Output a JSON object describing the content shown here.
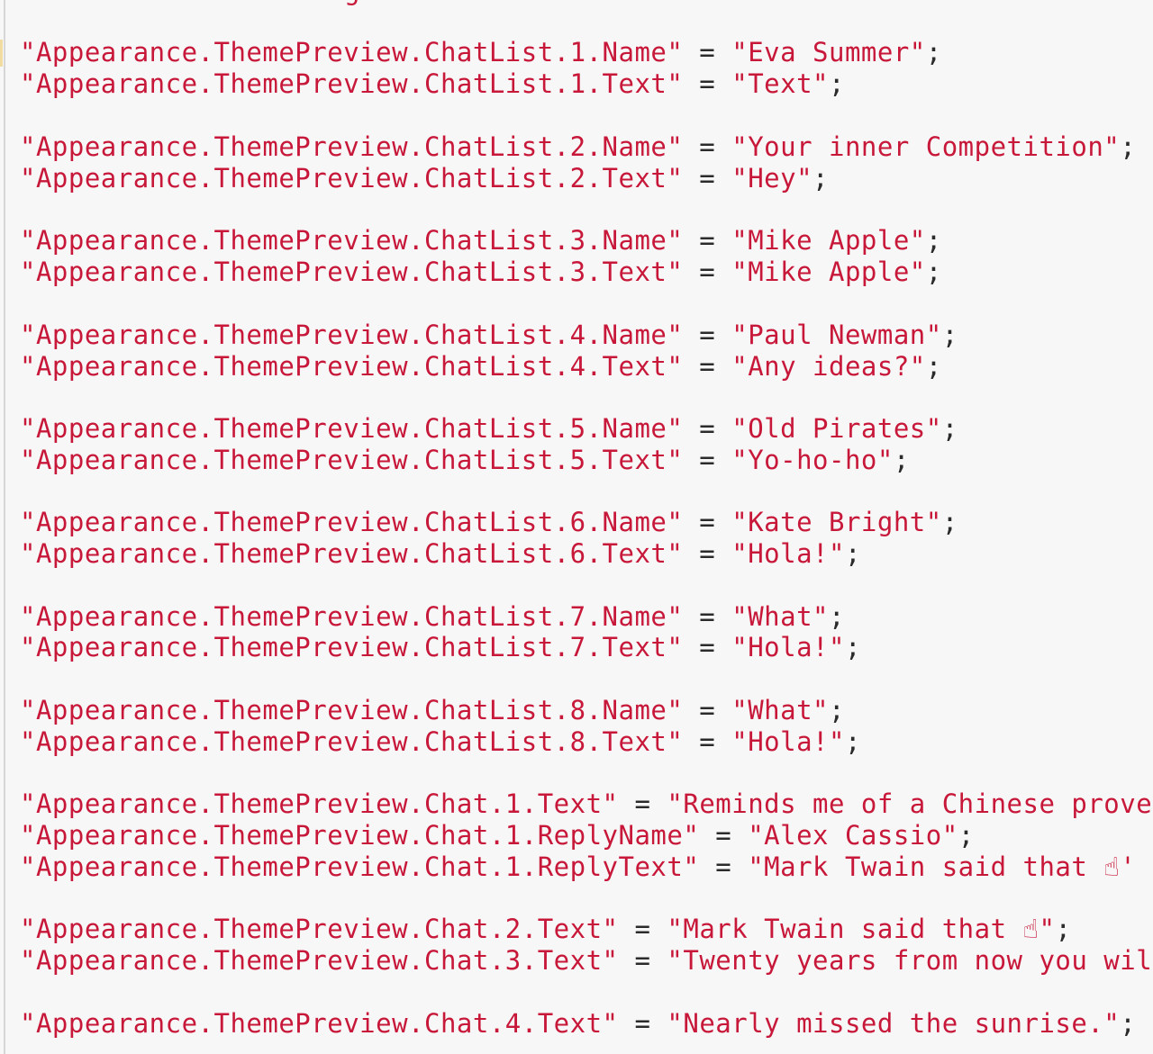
{
  "top_fragment": "g",
  "lines": [
    {
      "key": "\"Appearance.ThemePreview.ChatList.1.Name\"",
      "eq": " = ",
      "value": "\"Eva Summer\"",
      "end": ";"
    },
    {
      "key": "\"Appearance.ThemePreview.ChatList.1.Text\"",
      "eq": " = ",
      "value": "\"Text\"",
      "end": ";"
    },
    {
      "key": "\"Appearance.ThemePreview.ChatList.2.Name\"",
      "eq": " = ",
      "value": "\"Your inner Competition\"",
      "end": ";"
    },
    {
      "key": "\"Appearance.ThemePreview.ChatList.2.Text\"",
      "eq": " = ",
      "value": "\"Hey\"",
      "end": ";"
    },
    {
      "key": "\"Appearance.ThemePreview.ChatList.3.Name\"",
      "eq": " = ",
      "value": "\"Mike Apple\"",
      "end": ";"
    },
    {
      "key": "\"Appearance.ThemePreview.ChatList.3.Text\"",
      "eq": " = ",
      "value": "\"Mike Apple\"",
      "end": ";"
    },
    {
      "key": "\"Appearance.ThemePreview.ChatList.4.Name\"",
      "eq": " = ",
      "value": "\"Paul Newman\"",
      "end": ";"
    },
    {
      "key": "\"Appearance.ThemePreview.ChatList.4.Text\"",
      "eq": " = ",
      "value": "\"Any ideas?\"",
      "end": ";"
    },
    {
      "key": "\"Appearance.ThemePreview.ChatList.5.Name\"",
      "eq": " = ",
      "value": "\"Old Pirates\"",
      "end": ";"
    },
    {
      "key": "\"Appearance.ThemePreview.ChatList.5.Text\"",
      "eq": " = ",
      "value": "\"Yo-ho-ho\"",
      "end": ";"
    },
    {
      "key": "\"Appearance.ThemePreview.ChatList.6.Name\"",
      "eq": " = ",
      "value": "\"Kate Bright\"",
      "end": ";"
    },
    {
      "key": "\"Appearance.ThemePreview.ChatList.6.Text\"",
      "eq": " = ",
      "value": "\"Hola!\"",
      "end": ";"
    },
    {
      "key": "\"Appearance.ThemePreview.ChatList.7.Name\"",
      "eq": " = ",
      "value": "\"What\"",
      "end": ";"
    },
    {
      "key": "\"Appearance.ThemePreview.ChatList.7.Text\"",
      "eq": " = ",
      "value": "\"Hola!\"",
      "end": ";"
    },
    {
      "key": "\"Appearance.ThemePreview.ChatList.8.Name\"",
      "eq": " = ",
      "value": "\"What\"",
      "end": ";"
    },
    {
      "key": "\"Appearance.ThemePreview.ChatList.8.Text\"",
      "eq": " = ",
      "value": "\"Hola!\"",
      "end": ";"
    },
    {
      "key": "\"Appearance.ThemePreview.Chat.1.Text\"",
      "eq": " = ",
      "value": "\"Reminds me of a Chinese prove",
      "end": ""
    },
    {
      "key": "\"Appearance.ThemePreview.Chat.1.ReplyName\"",
      "eq": " = ",
      "value": "\"Alex Cassio\"",
      "end": ";"
    },
    {
      "key": "\"Appearance.ThemePreview.Chat.1.ReplyText\"",
      "eq": " = ",
      "value": "\"Mark Twain said that ☝'",
      "end": ""
    },
    {
      "key": "\"Appearance.ThemePreview.Chat.2.Text\"",
      "eq": " = ",
      "value": "\"Mark Twain said that ☝\"",
      "end": ";"
    },
    {
      "key": "\"Appearance.ThemePreview.Chat.3.Text\"",
      "eq": " = ",
      "value": "\"Twenty years from now you wil",
      "end": ""
    },
    {
      "key": "\"Appearance.ThemePreview.Chat.4.Text\"",
      "eq": " = ",
      "value": "\"Nearly missed the sunrise.\"",
      "end": ";"
    }
  ]
}
